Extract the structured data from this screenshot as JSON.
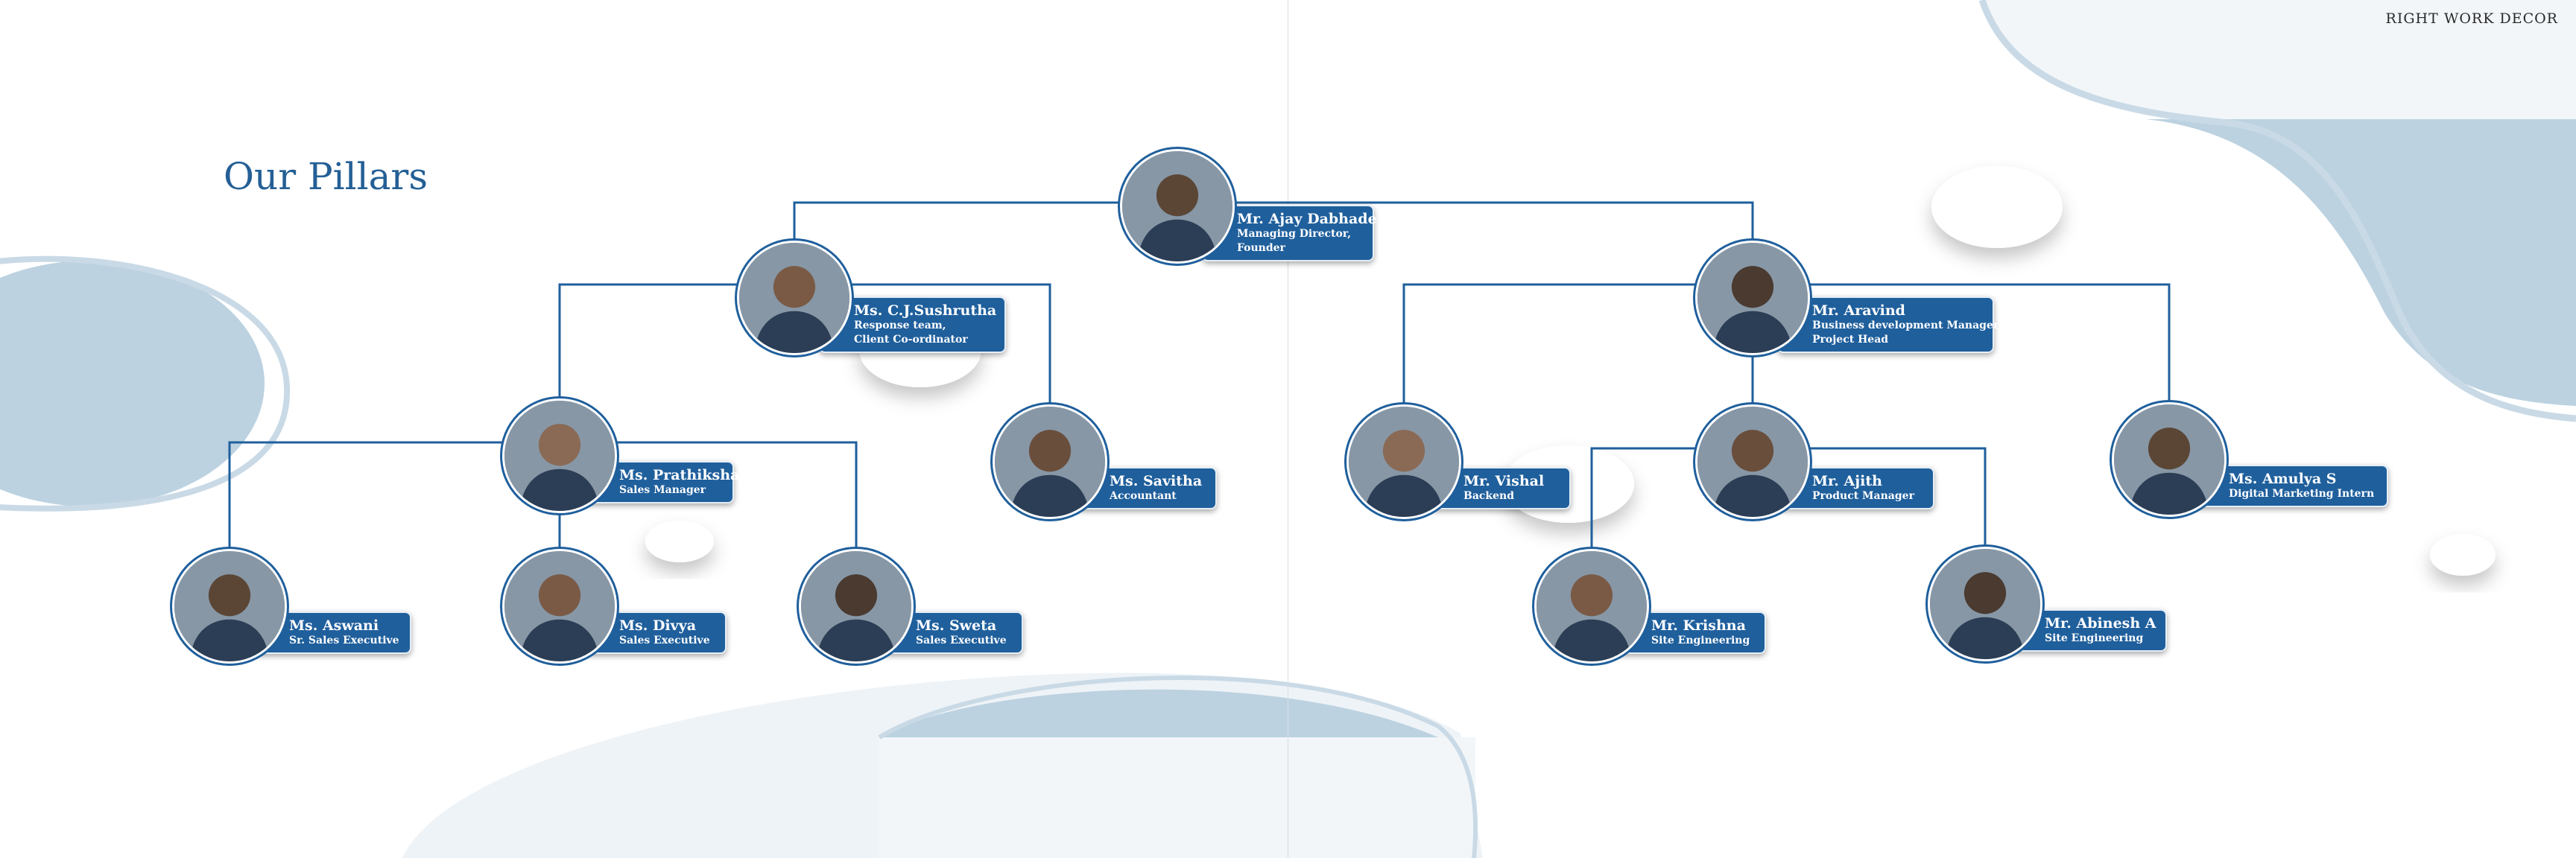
{
  "brand": "RIGHT WORK DECOR",
  "heading": "Our Pillars",
  "colors": {
    "accent": "#1f5f9c",
    "connector": "#1f5f9c",
    "decor_blue": "#bcd2e1",
    "decor_light": "#f1f5f8"
  },
  "people": [
    {
      "id": "ajay",
      "name": "Mr. Ajay Dabhade",
      "role": [
        "Managing Director,",
        "Founder"
      ]
    },
    {
      "id": "sushrutha",
      "name": "Ms. C.J.Sushrutha",
      "role": [
        "Response team,",
        "Client Co-ordinator"
      ]
    },
    {
      "id": "aravind",
      "name": "Mr. Aravind",
      "role": [
        "Business development Manager,",
        "Project Head"
      ]
    },
    {
      "id": "prathiksha",
      "name": "Ms. Prathiksha",
      "role": [
        "Sales Manager"
      ]
    },
    {
      "id": "savitha",
      "name": "Ms. Savitha",
      "role": [
        "Accountant"
      ]
    },
    {
      "id": "aswani",
      "name": "Ms. Aswani",
      "role": [
        "Sr. Sales Executive"
      ]
    },
    {
      "id": "divya",
      "name": "Ms. Divya",
      "role": [
        "Sales Executive"
      ]
    },
    {
      "id": "sweta",
      "name": "Ms. Sweta",
      "role": [
        "Sales Executive"
      ]
    },
    {
      "id": "vishal",
      "name": "Mr. Vishal",
      "role": [
        "Backend"
      ]
    },
    {
      "id": "ajith",
      "name": "Mr. Ajith",
      "role": [
        "Product Manager"
      ]
    },
    {
      "id": "amulya",
      "name": "Ms. Amulya S",
      "role": [
        "Digital Marketing Intern"
      ]
    },
    {
      "id": "krishna",
      "name": "Mr. Krishna",
      "role": [
        "Site Engineering"
      ]
    },
    {
      "id": "abinesh",
      "name": "Mr. Abinesh A",
      "role": [
        "Site Engineering"
      ]
    }
  ]
}
